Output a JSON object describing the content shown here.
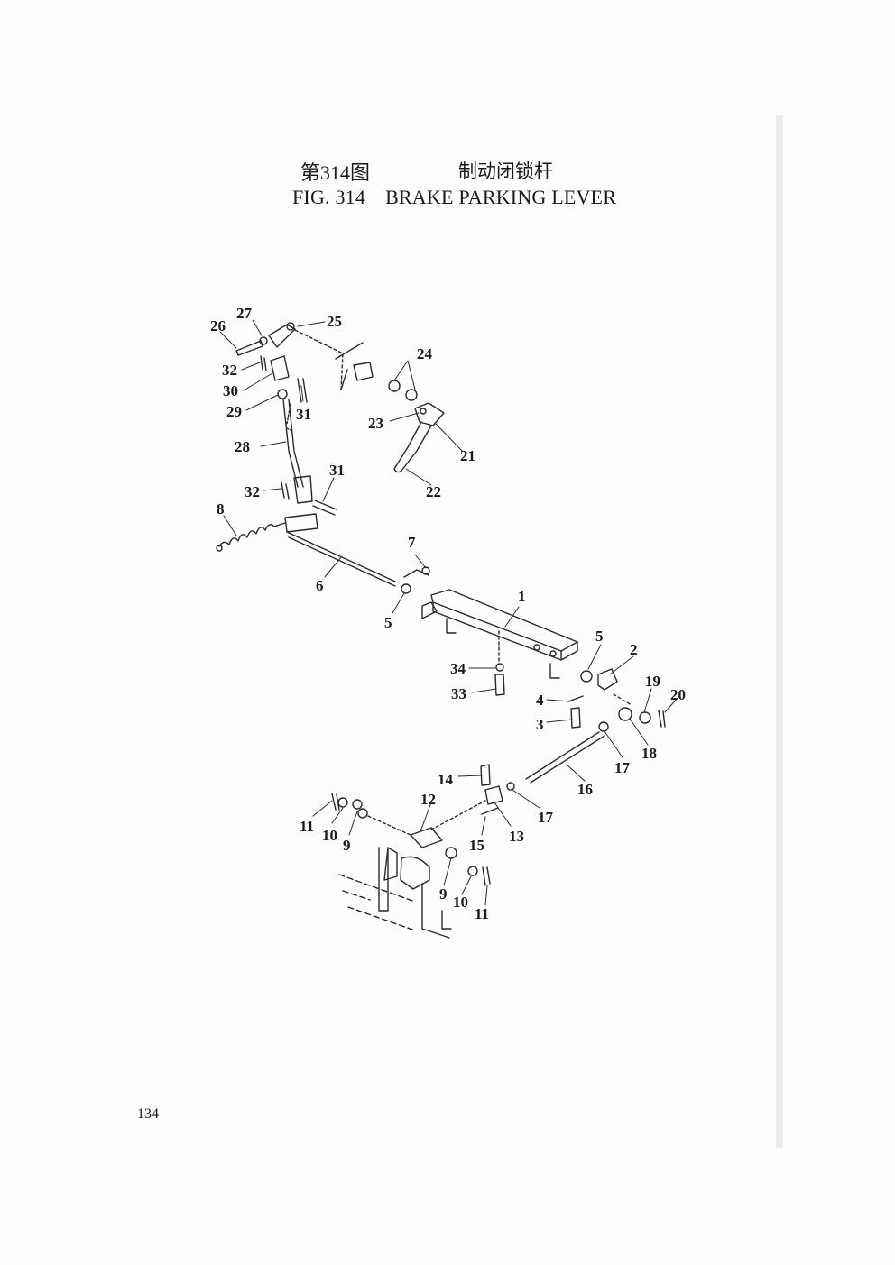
{
  "title": {
    "zh_figure": "第314图",
    "zh_name": "制动闭锁杆",
    "en_figure": "FIG. 314",
    "en_name": "BRAKE PARKING LEVER"
  },
  "page_number": "134",
  "callouts": {
    "c1": "1",
    "c2": "2",
    "c3": "3",
    "c4": "4",
    "c5a": "5",
    "c5b": "5",
    "c6": "6",
    "c7": "7",
    "c8": "8",
    "c9a": "9",
    "c9b": "9",
    "c10a": "10",
    "c10b": "10",
    "c11a": "11",
    "c11b": "11",
    "c12": "12",
    "c13": "13",
    "c14": "14",
    "c15": "15",
    "c16": "16",
    "c17a": "17",
    "c17b": "17",
    "c18": "18",
    "c19": "19",
    "c20": "20",
    "c21": "21",
    "c22": "22",
    "c23": "23",
    "c24": "24",
    "c25": "25",
    "c26": "26",
    "c27": "27",
    "c28": "28",
    "c29": "29",
    "c30": "30",
    "c31a": "31",
    "c31b": "31",
    "c32a": "32",
    "c32b": "32",
    "c33": "33",
    "c34": "34"
  }
}
